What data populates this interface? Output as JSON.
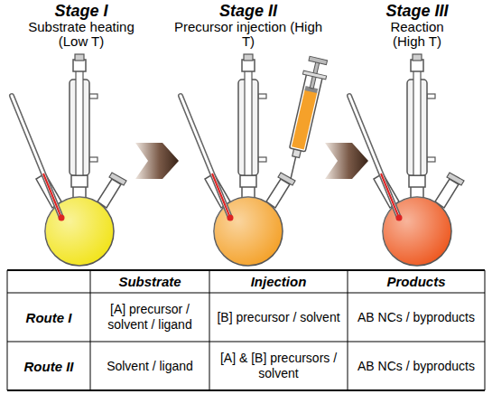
{
  "diagram": {
    "labels": [
      "Stage I",
      "Substrate heating (Low T)",
      "Stage II",
      "Precursor injection (High T)",
      "Stage III",
      "Reaction (High T)",
      "Substrate",
      "Injection",
      "Products",
      "Route I",
      "[A] precursor / solvent / ligand",
      "[B] precursor / solvent",
      "AB NCs / byproducts",
      "Route II",
      "Solvent / ligand",
      "[A] & [B] precursors / solvent",
      "AB NCs / byproducts"
    ]
  }
}
